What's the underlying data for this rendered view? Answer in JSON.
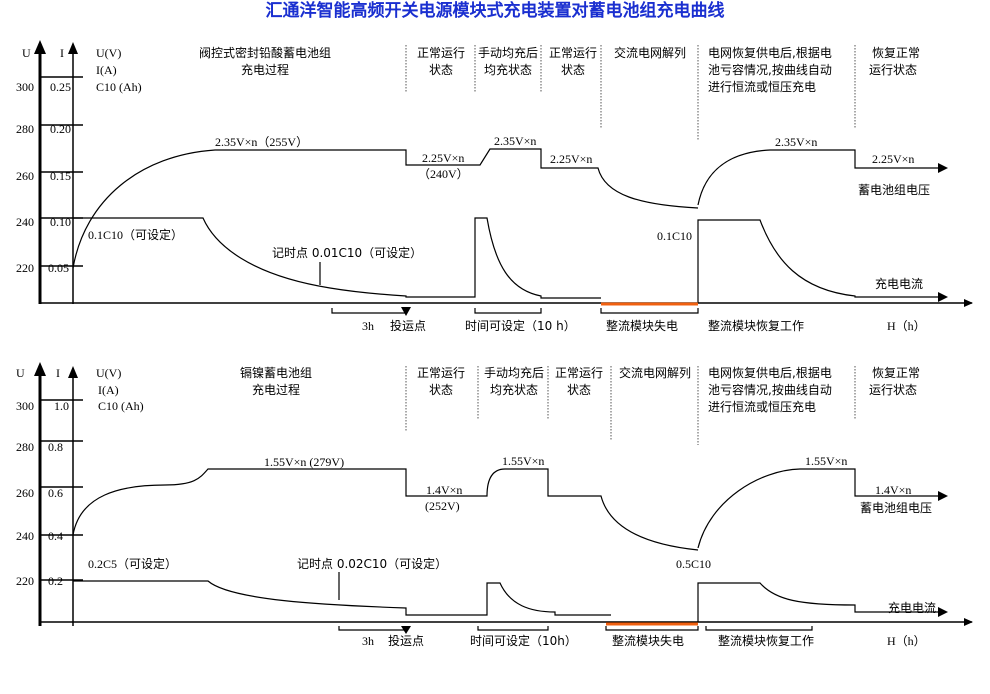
{
  "title": "汇通洋智能高频开关电源模块式充电装置对蓄电池组充电曲线",
  "colors": {
    "title": "#1a2fd0",
    "power_loss": "#f06010"
  },
  "top": {
    "axis_u": "U",
    "axis_i": "I",
    "units": [
      "U(V)",
      "I(A)",
      "C10 (Ah)"
    ],
    "u_ticks": [
      "300",
      "280",
      "260",
      "240",
      "220"
    ],
    "i_ticks": [
      "0.25",
      "0.20",
      "0.15",
      "0.10",
      "0.05"
    ],
    "phases": [
      "阀控式密封铅酸蓄电池组",
      "充电过程",
      "正常运行",
      "状态",
      "手动均充后",
      "均充状态",
      "正常运行",
      "状态",
      "交流电网解列",
      "电网恢复供电后,根据电",
      "池亏容情况,按曲线自动",
      "进行恒流或恒压充电",
      "恢复正常",
      "运行状态"
    ],
    "voltage_labels": [
      "2.35V×n（255V）",
      "2.25V×n",
      "（240V）",
      "2.35V×n",
      "2.25V×n",
      "2.35V×n",
      "2.25V×n"
    ],
    "current_labels": [
      "0.1C10（可设定）",
      "记时点  0.01C10（可设定）",
      "0.1C10"
    ],
    "curve_names": [
      "蓄电池组电压",
      "充电电流"
    ],
    "bottom": [
      "3h",
      "投运点",
      "时间可设定（10 h）",
      "整流模块失电",
      "整流模块恢复工作",
      "H（h）"
    ]
  },
  "bottom_panel": {
    "axis_u": "U",
    "axis_i": "I",
    "units": [
      "U(V)",
      "I(A)",
      "C10 (Ah)"
    ],
    "u_ticks": [
      "300",
      "280",
      "260",
      "240",
      "220"
    ],
    "i_ticks": [
      "1.0",
      "0.8",
      "0.6",
      "0.4",
      "0.2"
    ],
    "phases": [
      "镉镍蓄电池组",
      "充电过程",
      "正常运行",
      "状态",
      "手动均充后",
      "均充状态",
      "正常运行",
      "状态",
      "交流电网解列",
      "电网恢复供电后,根据电",
      "池亏容情况,按曲线自动",
      "进行恒流或恒压充电",
      "恢复正常",
      "运行状态"
    ],
    "voltage_labels": [
      "1.55V×n (279V)",
      "1.4V×n",
      "(252V)",
      "1.55V×n",
      "1.55V×n",
      "1.4V×n"
    ],
    "current_labels": [
      "0.2C5（可设定）",
      "记时点  0.02C10（可设定）",
      "0.5C10"
    ],
    "curve_names": [
      "蓄电池组电压",
      "充电电流"
    ],
    "bottom": [
      "3h",
      "投运点",
      "时间可设定（10h）",
      "整流模块失电",
      "整流模块恢复工作",
      "H（h）"
    ]
  }
}
